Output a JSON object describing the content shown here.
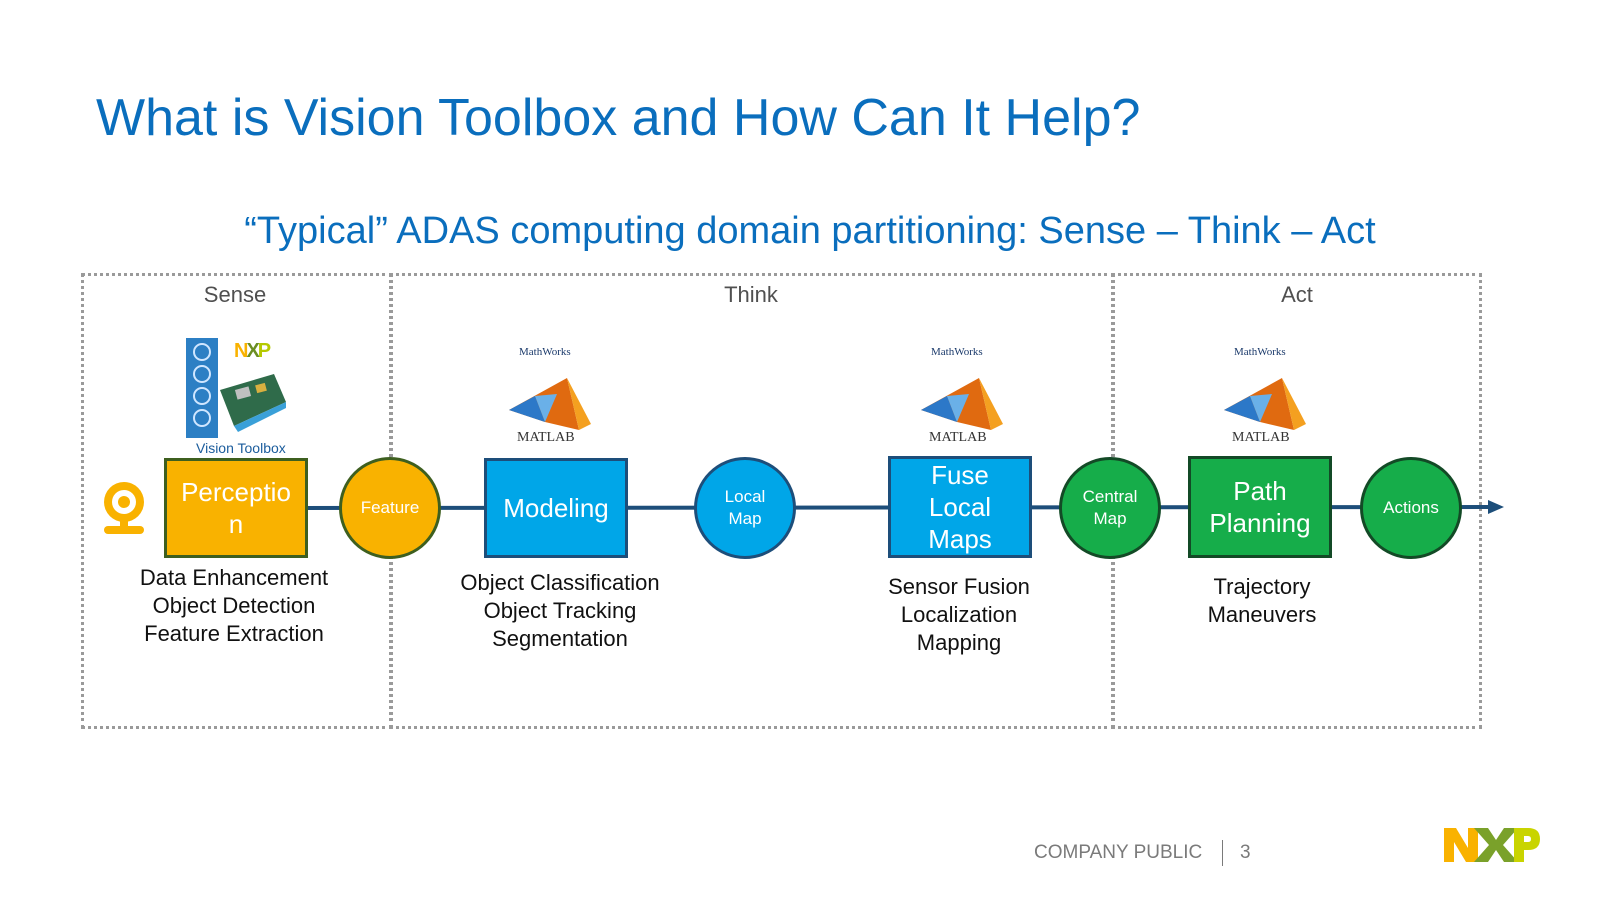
{
  "slide": {
    "title": "What is Vision Toolbox and How Can It Help?",
    "subtitle": "“Typical” ADAS computing domain partitioning: Sense – Think – Act"
  },
  "regions": {
    "sense": "Sense",
    "think": "Think",
    "act": "Act"
  },
  "logos": {
    "vision_toolbox_caption": "Vision Toolbox",
    "nxp_brand": "NXP",
    "mathworks": "MathWorks",
    "matlab": "MATLAB"
  },
  "nodes": {
    "perception": "Perceptio n",
    "feature": "Feature",
    "modeling": "Modeling",
    "local_map": "Local Map",
    "fuse_local_maps": "Fuse Local Maps",
    "central_map": "Central Map",
    "path_planning": "Path Planning",
    "actions": "Actions"
  },
  "descriptions": {
    "perception": [
      "Data Enhancement",
      "Object Detection",
      "Feature Extraction"
    ],
    "modeling": [
      "Object Classification",
      "Object Tracking",
      "Segmentation"
    ],
    "fuse": [
      "Sensor Fusion",
      "Localization",
      "Mapping"
    ],
    "path": [
      "Trajectory",
      "Maneuvers"
    ]
  },
  "footer": {
    "classification": "COMPANY PUBLIC",
    "page_number": "3"
  },
  "colors": {
    "title_blue": "#0a6ebd",
    "sense_yellow": "#f9b200",
    "think_blue": "#00a6e8",
    "act_green": "#16ad4a",
    "connector": "#1d4e7a"
  }
}
